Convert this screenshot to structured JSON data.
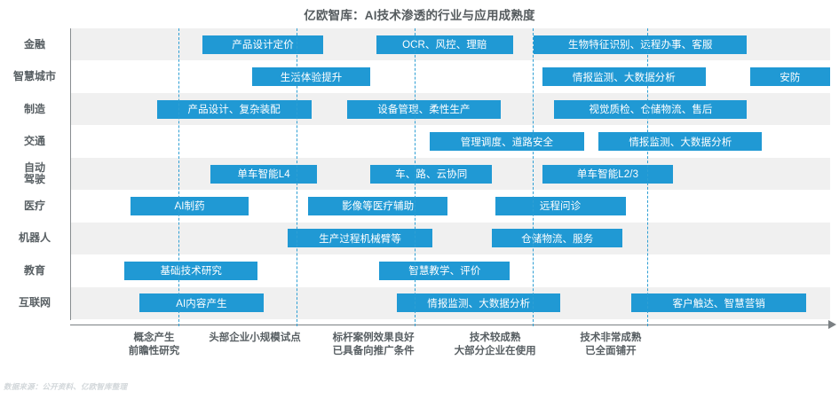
{
  "title": "亿欧智库：AI技术渗透的行业与应用成熟度",
  "footnote": "数据来源：公开资料、亿欧智库整理",
  "colors": {
    "bar": "#2099d4",
    "band": "#f0f0f0",
    "gridline": "#2e9fd4",
    "axis": "#7b8083",
    "text": "#585f63",
    "footnote": "#d2d7da"
  },
  "chart_data": {
    "type": "bar",
    "title": "亿欧智库：AI技术渗透的行业与应用成熟度",
    "xlabel": "",
    "ylabel": "",
    "grid": true,
    "legend": "none",
    "xlim": [
      0,
      100
    ],
    "x_stage_labels": [
      "概念产生\n前瞻性研究",
      "头部企业小规模试点",
      "标杆案例效果良好\n已具备向推广条件",
      "技术较成熟\n大部分企业在使用",
      "技术非常成熟\n已全面铺开"
    ],
    "gridline_positions": [
      18.1,
      38.0,
      57.9,
      77.8,
      97.1
    ],
    "categories": [
      "金融",
      "智慧城市",
      "制造",
      "交通",
      "自动驾驶",
      "医疗",
      "机器人",
      "教育",
      "互联网"
    ],
    "rows": [
      {
        "category": "金融",
        "label_lines": [
          "金融"
        ],
        "segments": [
          {
            "text": "产品设计定价",
            "start": 22.2,
            "end": 42.5
          },
          {
            "text": "OCR、风控、理赔",
            "start": 51.5,
            "end": 74.5
          },
          {
            "text": "生物特征识别、远程办事、客服",
            "start": 78.0,
            "end": 114.0
          }
        ]
      },
      {
        "category": "智慧城市",
        "label_lines": [
          "智慧城市"
        ],
        "segments": [
          {
            "text": "生活体验提升",
            "start": 30.5,
            "end": 50.5
          },
          {
            "text": "情报监测、大数据分析",
            "start": 79.5,
            "end": 107.0
          },
          {
            "text": "安防",
            "start": 114.5,
            "end": 128.0
          }
        ]
      },
      {
        "category": "制造",
        "label_lines": [
          "制造"
        ],
        "segments": [
          {
            "text": "产品设计、复杂装配",
            "start": 14.5,
            "end": 40.5
          },
          {
            "text": "设备管理、柔性生产",
            "start": 46.5,
            "end": 72.5
          },
          {
            "text": "视觉质检、仓储物流、售后",
            "start": 81.5,
            "end": 114.0
          }
        ]
      },
      {
        "category": "交通",
        "label_lines": [
          "交通"
        ],
        "segments": [
          {
            "text": "管理调度、道路安全",
            "start": 60.5,
            "end": 86.5
          },
          {
            "text": "情报监测、大数据分析",
            "start": 89.0,
            "end": 116.5
          }
        ]
      },
      {
        "category": "自动驾驶",
        "label_lines": [
          "自动",
          "驾驶"
        ],
        "segments": [
          {
            "text": "单车智能L4",
            "start": 23.5,
            "end": 41.5
          },
          {
            "text": "车、路、云协同",
            "start": 50.5,
            "end": 71.0
          },
          {
            "text": "单车智能L2/3",
            "start": 79.5,
            "end": 101.5
          }
        ]
      },
      {
        "category": "医疗",
        "label_lines": [
          "医疗"
        ],
        "segments": [
          {
            "text": "AI制药",
            "start": 10.0,
            "end": 30.0
          },
          {
            "text": "影像等医疗辅助",
            "start": 40.0,
            "end": 63.5
          },
          {
            "text": "远程问诊",
            "start": 71.5,
            "end": 93.5
          }
        ]
      },
      {
        "category": "机器人",
        "label_lines": [
          "机器人"
        ],
        "segments": [
          {
            "text": "生产过程机械臂等",
            "start": 36.5,
            "end": 61.0
          },
          {
            "text": "仓储物流、服务",
            "start": 71.0,
            "end": 93.0
          }
        ]
      },
      {
        "category": "教育",
        "label_lines": [
          "教育"
        ],
        "segments": [
          {
            "text": "基础技术研究",
            "start": 9.0,
            "end": 31.5
          },
          {
            "text": "智慧教学、评价",
            "start": 52.0,
            "end": 74.0
          }
        ]
      },
      {
        "category": "互联网",
        "label_lines": [
          "互联网"
        ],
        "segments": [
          {
            "text": "AI内容产生",
            "start": 11.5,
            "end": 32.5
          },
          {
            "text": "情报监测、大数据分析",
            "start": 55.0,
            "end": 82.5
          },
          {
            "text": "客户触达、智慧营销",
            "start": 94.5,
            "end": 124.0
          }
        ]
      }
    ]
  }
}
